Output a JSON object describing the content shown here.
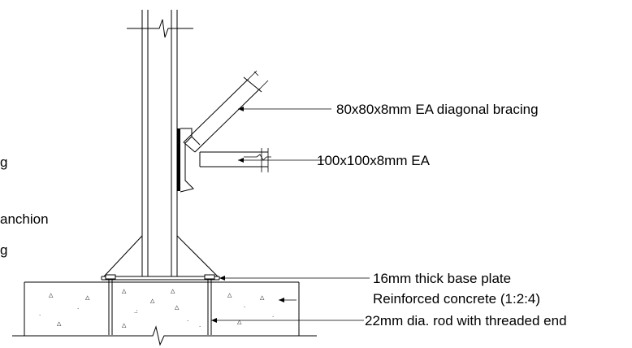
{
  "labels": {
    "diagonal_bracing": "80x80x8mm EA diagonal bracing",
    "angle_100": "100x100x8mm EA",
    "base_plate": "16mm thick base plate",
    "concrete": "Reinforced concrete (1:2:4)",
    "rod": "22mm dia. rod with threaded end",
    "cut_left_1": "g",
    "cut_left_2": "anchion",
    "cut_left_3": "g"
  }
}
